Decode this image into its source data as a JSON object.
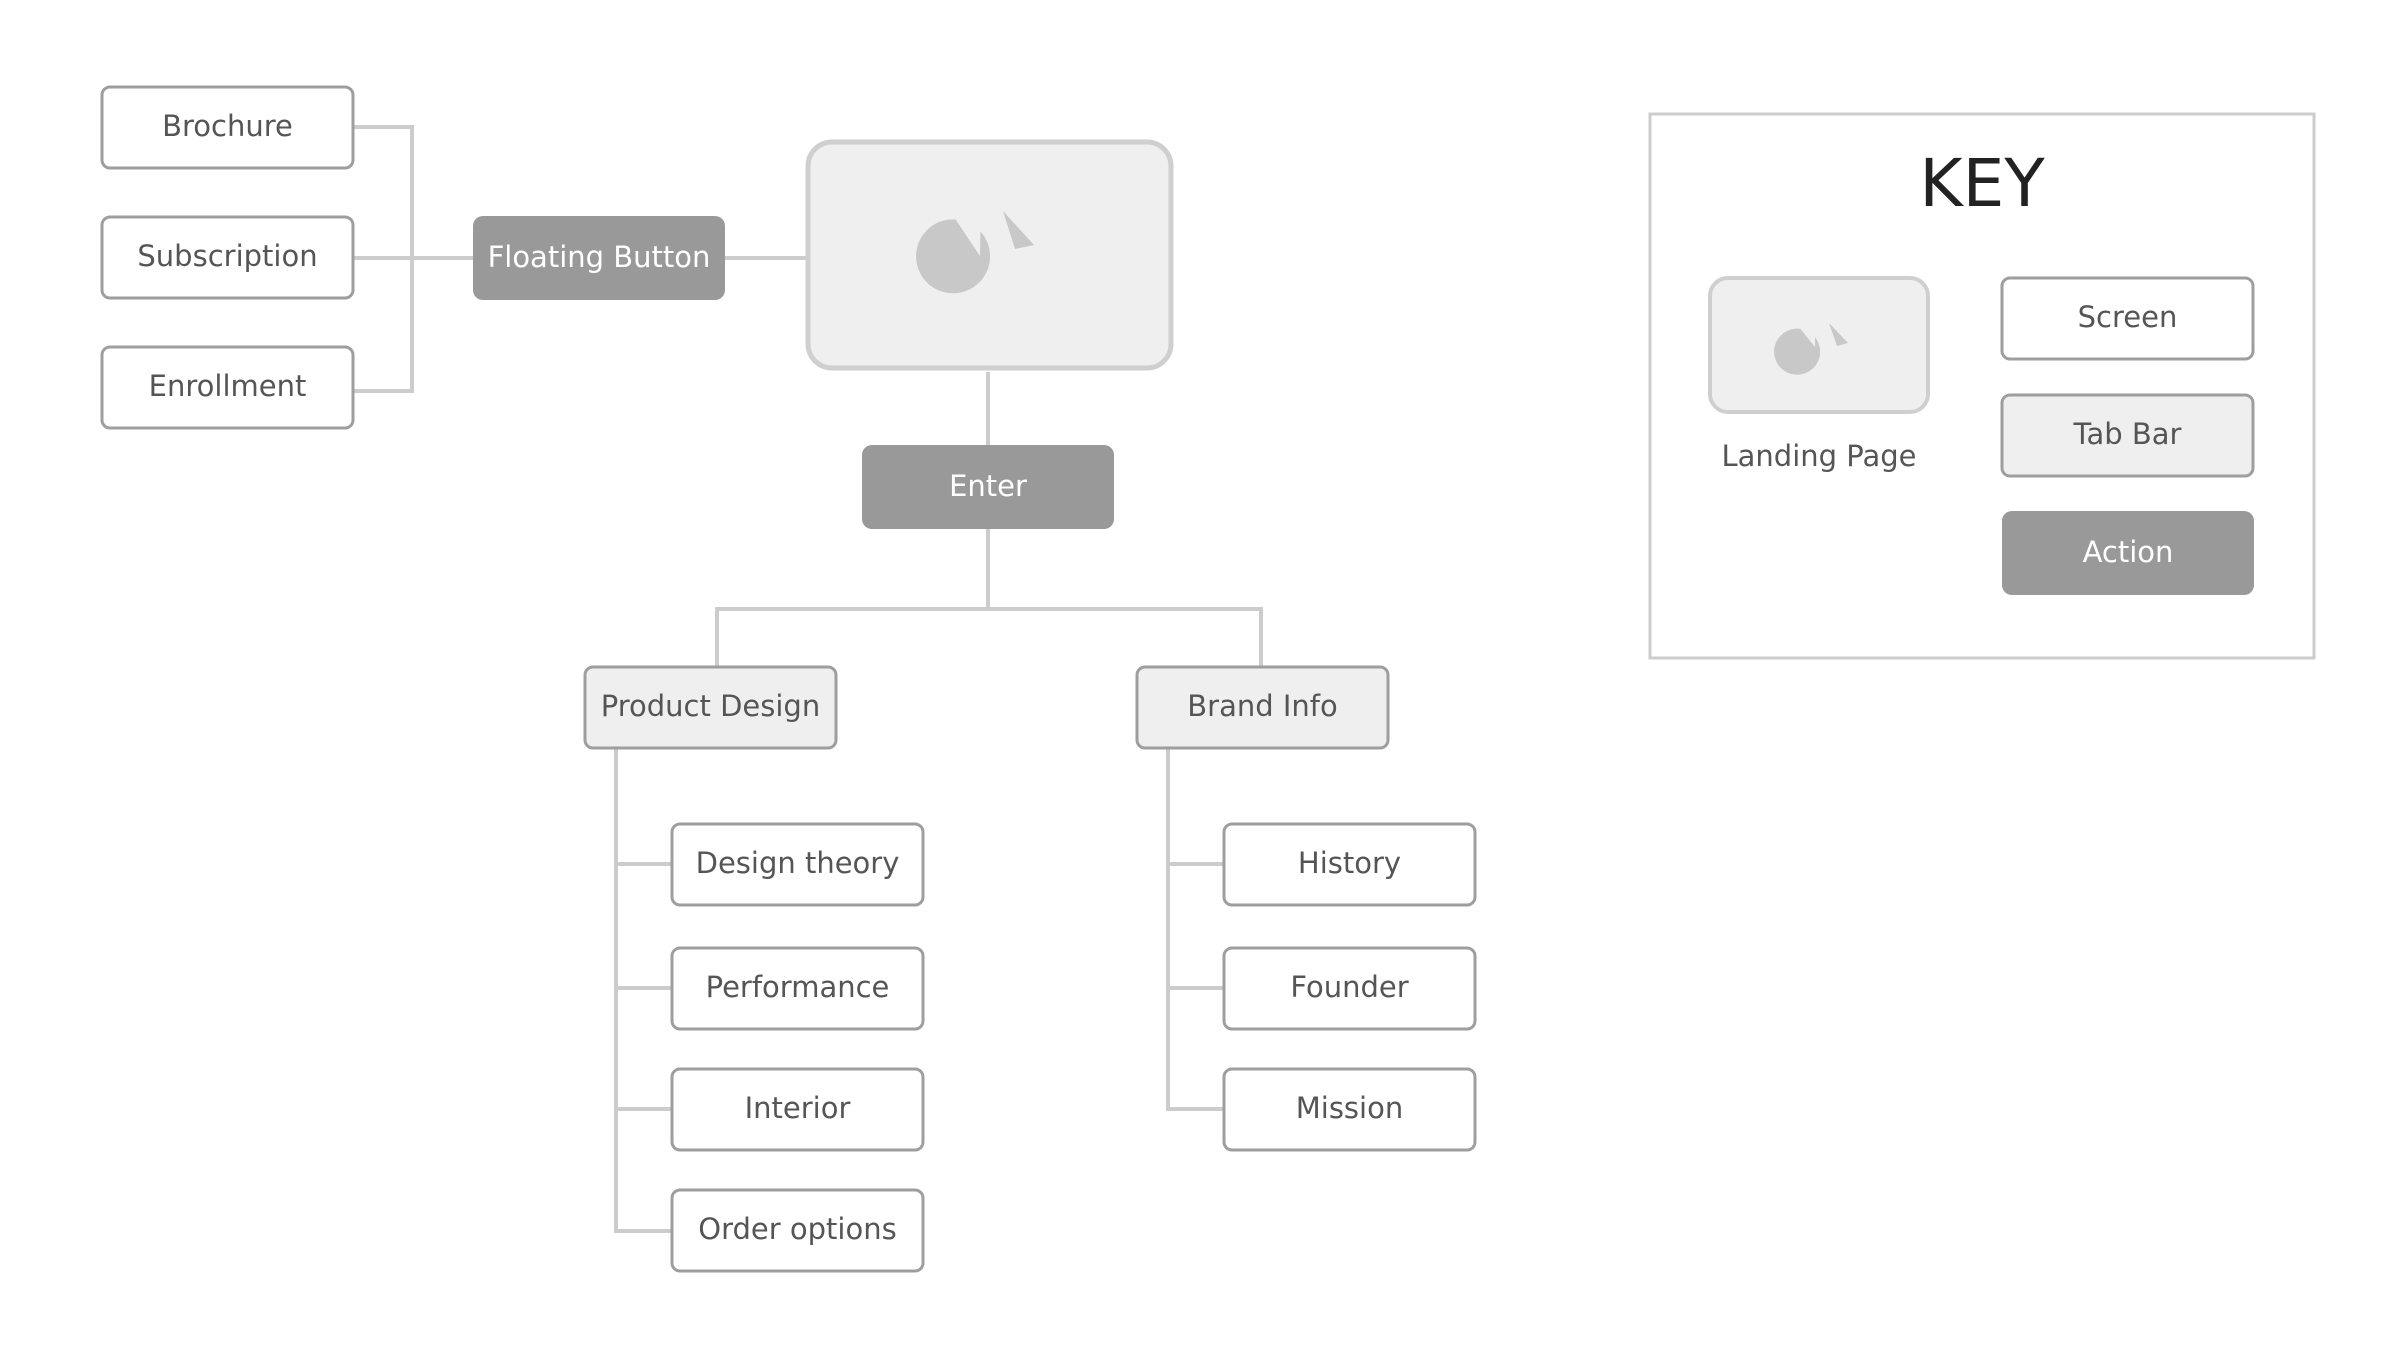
{
  "colors": {
    "screen_fill": "#ffffff",
    "screen_stroke": "#9e9e9e",
    "tabbar_fill": "#efefef",
    "tabbar_stroke": "#9e9e9e",
    "action_fill": "#999999",
    "landing_fill": "#efefef",
    "landing_stroke": "#cfcfcf",
    "icon": "#c8c8c8",
    "connector": "#cccccc",
    "key_border": "#cccccc"
  },
  "landing": {
    "icon": "landing-page-icon"
  },
  "actions": {
    "floating_button": "Floating Button",
    "enter": "Enter"
  },
  "floating_menu": [
    "Brochure",
    "Subscription",
    "Enrollment"
  ],
  "tabs": {
    "product_design": {
      "label": "Product Design",
      "children": [
        "Design theory",
        "Performance",
        "Interior",
        "Order options"
      ]
    },
    "brand_info": {
      "label": "Brand Info",
      "children": [
        "History",
        "Founder",
        "Mission"
      ]
    }
  },
  "key": {
    "title": "KEY",
    "landing_label": "Landing Page",
    "screen_label": "Screen",
    "tabbar_label": "Tab Bar",
    "action_label": "Action"
  }
}
